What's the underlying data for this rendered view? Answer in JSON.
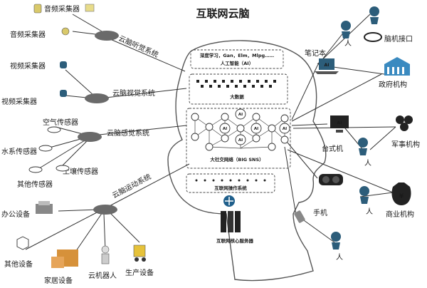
{
  "title": "互联网云脑",
  "systems": {
    "auditory": "云脑听觉系统",
    "visual": "云脑视觉系统",
    "sensory": "云脑感觉系统",
    "motor": "云脑运动系统"
  },
  "left_items": {
    "audio1": "音频采集器",
    "audio2": "音频采集器",
    "video1": "视频采集器",
    "video2": "视频采集器",
    "air": "空气传感器",
    "water": "水系传感器",
    "soil": "土壤传感器",
    "other_sensor": "其他传感器",
    "office": "办公设备",
    "other_device": "其他设备",
    "robot": "云机器人",
    "production": "生产设备",
    "home": "家居设备"
  },
  "brain": {
    "ai_layer": "深度学习，Gan，Elm，Mlpg…… 人工智能（AI）",
    "ai_line1": "深度学习，Gan，Elm，Mlpg……",
    "ai_line2": "人工智能（AI）",
    "bigdata": "大数据",
    "sns": "大社交网络（BIG SNS）",
    "os": "互联网操作系统",
    "server": "互联网核心服务器",
    "ai_node": "AI"
  },
  "right_items": {
    "person": "人",
    "brain_interface": "脑机接口",
    "laptop": "笔记本",
    "government": "政府机构",
    "desktop": "台式机",
    "military": "军事机构",
    "phone": "手机",
    "business": "商业机构",
    "ai": "AI",
    "money": "¥"
  }
}
